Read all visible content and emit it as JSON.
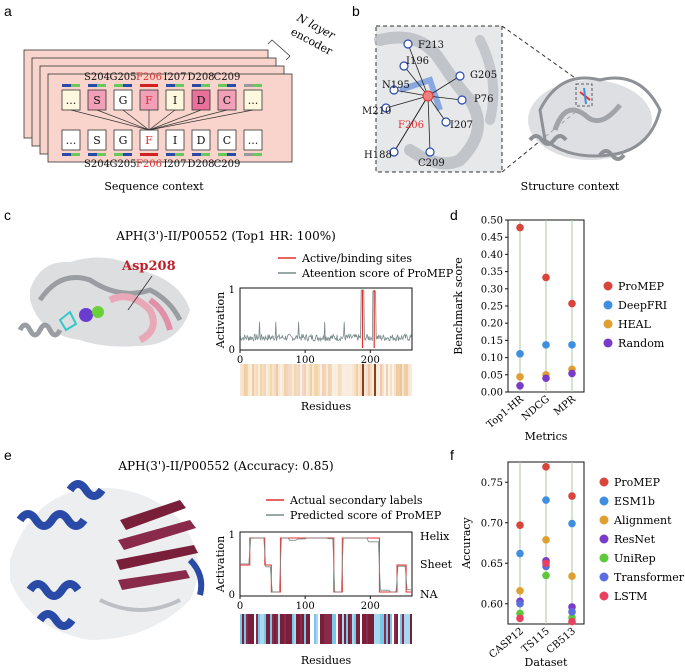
{
  "panel_a": {
    "letter": "a",
    "encoder_label_line1": "N layer",
    "encoder_label_line2": "encoder",
    "top_residues": [
      "S204",
      "G205",
      "F206",
      "I207",
      "D208",
      "C209"
    ],
    "bottom_residues": [
      "S204",
      "G205",
      "F206",
      "I207",
      "D208",
      "C209"
    ],
    "top_tokens": [
      "...",
      "S",
      "G",
      "F",
      "I",
      "D",
      "C",
      "..."
    ],
    "bottom_tokens": [
      "...",
      "S",
      "G",
      "F",
      "I",
      "D",
      "C",
      "..."
    ],
    "caption": "Sequence context",
    "colors": {
      "card": "#f8d4cc",
      "highlight_red": "#e03030",
      "pink_token": "#f2a0b8",
      "magenta_token": "#e8709a",
      "cream_token": "#fff8e0"
    }
  },
  "panel_b": {
    "letter": "b",
    "residues": [
      "F213",
      "I196",
      "G205",
      "N195",
      "P76",
      "M210",
      "F206",
      "I207",
      "H188",
      "C209"
    ],
    "caption": "Structure context"
  },
  "panel_c": {
    "letter": "c",
    "title": "APH(3')-II/P00552 (Top1 HR: 100%)",
    "highlight_label": "Asp208",
    "legend": [
      "Active/binding sites",
      "Ateention score of ProMEP"
    ],
    "ylabel": "Activation",
    "xlabel": "Residues",
    "ytick_top": "1",
    "ytick_bottom": "0",
    "xticks": [
      "0",
      "100",
      "200"
    ],
    "colors": {
      "active": "#e03030",
      "attention": "#7a8a8a"
    }
  },
  "panel_d": {
    "letter": "d",
    "ylabel": "Benchmark score",
    "xlabel": "Metrics",
    "yticks": [
      "0.50",
      "0.45",
      "0.40",
      "0.35",
      "0.30",
      "0.25",
      "0.20",
      "0.15",
      "0.10",
      "0.05",
      "0.00"
    ],
    "categories": [
      "Top1-HR",
      "NDCG",
      "MPR"
    ],
    "legend": [
      "ProMEP",
      "DeepFRI",
      "HEAL",
      "Random"
    ],
    "colors": [
      "#d9453a",
      "#3f8fe0",
      "#e0a030",
      "#7a3cc8"
    ]
  },
  "panel_e": {
    "letter": "e",
    "title": "APH(3')-II/P00552 (Accuracy: 0.85)",
    "legend": [
      "Actual secondary labels",
      "Predicted score of ProMEP"
    ],
    "ylabel": "Activation",
    "xlabel": "Residues",
    "ytick_top": "1",
    "ytick_bottom": "0",
    "xticks": [
      "0",
      "100",
      "200"
    ],
    "right_labels": [
      "Helix",
      "Sheet",
      "NA"
    ],
    "colors": {
      "actual": "#e03030",
      "predicted": "#7a8a8a",
      "helix": "#2a4aa8",
      "sheet": "#7a1f3a"
    }
  },
  "panel_f": {
    "letter": "f",
    "ylabel": "Accuracy",
    "xlabel": "Dataset",
    "yticks": [
      "0.75",
      "0.70",
      "0.65",
      "0.60"
    ],
    "categories": [
      "CASP12",
      "TS115",
      "CB513"
    ],
    "legend": [
      "ProMEP",
      "ESM1b",
      "Alignment",
      "ResNet",
      "UniRep",
      "Transformer",
      "LSTM"
    ],
    "colors": [
      "#d9453a",
      "#3f8fe0",
      "#e0a030",
      "#7a3cc8",
      "#5cc83a",
      "#5a6ee0",
      "#e84060"
    ]
  },
  "chart_data": [
    {
      "type": "scatter",
      "ylabel": "Benchmark score",
      "xlabel": "Metrics",
      "categories": [
        "Top1-HR",
        "NDCG",
        "MPR"
      ],
      "ylim": [
        0,
        0.5
      ],
      "series": [
        {
          "name": "ProMEP",
          "values": [
            0.478,
            0.333,
            0.257
          ]
        },
        {
          "name": "DeepFRI",
          "values": [
            0.111,
            0.137,
            0.137
          ]
        },
        {
          "name": "HEAL",
          "values": [
            0.044,
            0.05,
            0.066
          ]
        },
        {
          "name": "Random",
          "values": [
            0.018,
            0.04,
            0.054
          ]
        }
      ]
    },
    {
      "type": "scatter",
      "ylabel": "Accuracy",
      "xlabel": "Dataset",
      "categories": [
        "CASP12",
        "TS115",
        "CB513"
      ],
      "ylim": [
        0.575,
        0.775
      ],
      "series": [
        {
          "name": "ProMEP",
          "values": [
            0.697,
            0.769,
            0.733
          ]
        },
        {
          "name": "ESM1b",
          "values": [
            0.662,
            0.728,
            0.699
          ]
        },
        {
          "name": "Alignment",
          "values": [
            0.616,
            0.679,
            0.634
          ]
        },
        {
          "name": "ResNet",
          "values": [
            0.603,
            0.653,
            0.596
          ]
        },
        {
          "name": "UniRep",
          "values": [
            0.588,
            0.635,
            0.583
          ]
        },
        {
          "name": "Transformer",
          "values": [
            0.6,
            0.646,
            0.59
          ]
        },
        {
          "name": "LSTM",
          "values": [
            0.582,
            0.65,
            0.578
          ]
        }
      ]
    }
  ]
}
